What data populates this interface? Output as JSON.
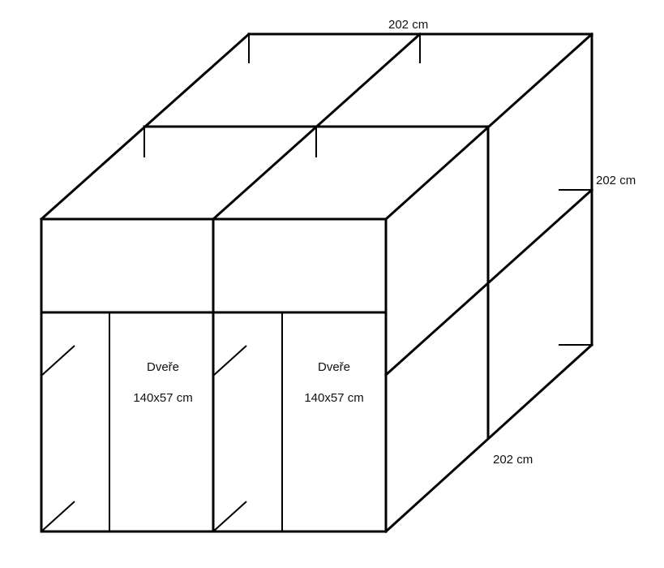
{
  "dimensions": {
    "width_label": "202 cm",
    "height_label": "202 cm",
    "depth_label": "202 cm"
  },
  "doors": [
    {
      "title": "Dveře",
      "size": "140x57 cm"
    },
    {
      "title": "Dveře",
      "size": "140x57 cm"
    }
  ]
}
